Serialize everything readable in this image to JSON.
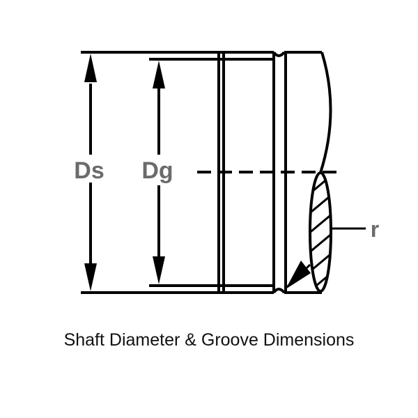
{
  "diagram": {
    "labels": {
      "shaft_diameter": "Ds",
      "groove_diameter": "Dg",
      "radius": "r"
    },
    "caption": "Shaft Diameter & Groove Dimensions",
    "colors": {
      "line": "#000000",
      "label": "#6b6b6b",
      "caption": "#111111",
      "background": "#ffffff"
    }
  }
}
